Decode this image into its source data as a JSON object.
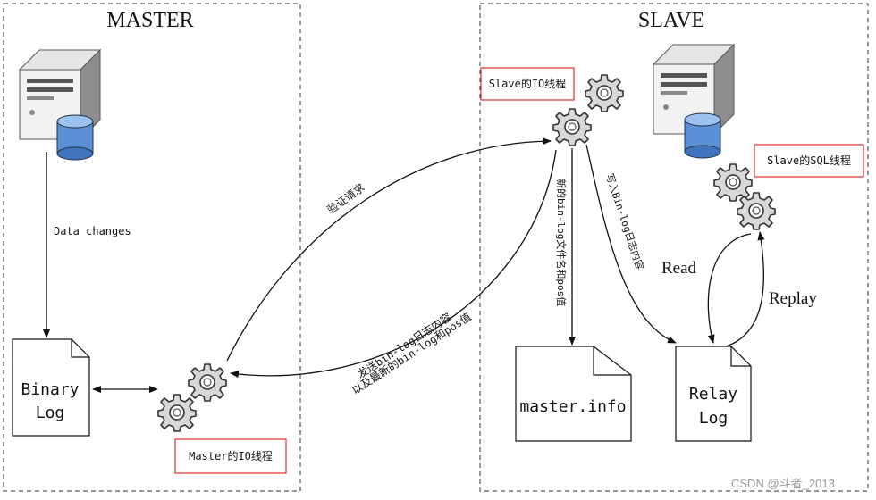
{
  "master": {
    "title": "MASTER"
  },
  "slave": {
    "title": "SLAVE"
  },
  "labels": {
    "data_changes": "Data changes",
    "binary_log_line1": "Binary",
    "binary_log_line2": "Log",
    "master_io_thread": "Master的IO线程",
    "slave_io_thread": "Slave的IO线程",
    "slave_sql_thread": "Slave的SQL线程",
    "verify_request": "验证请求",
    "send_binlog_line1": "发送bin-log日志内容",
    "send_binlog_line2": "以及最新的bin-log和pos值",
    "new_binlog_filename": "新的bin-log文件名和pos值",
    "write_binlog": "写入Bin-log日志内容",
    "master_info": "master.info",
    "relay_log_line1": "Relay",
    "relay_log_line2": "Log",
    "read": "Read",
    "replay": "Replay"
  },
  "watermark": "CSDN @斗者_2013",
  "colors": {
    "thread_box_border": "#e03030",
    "line": "#111111",
    "dash": "#333333"
  }
}
